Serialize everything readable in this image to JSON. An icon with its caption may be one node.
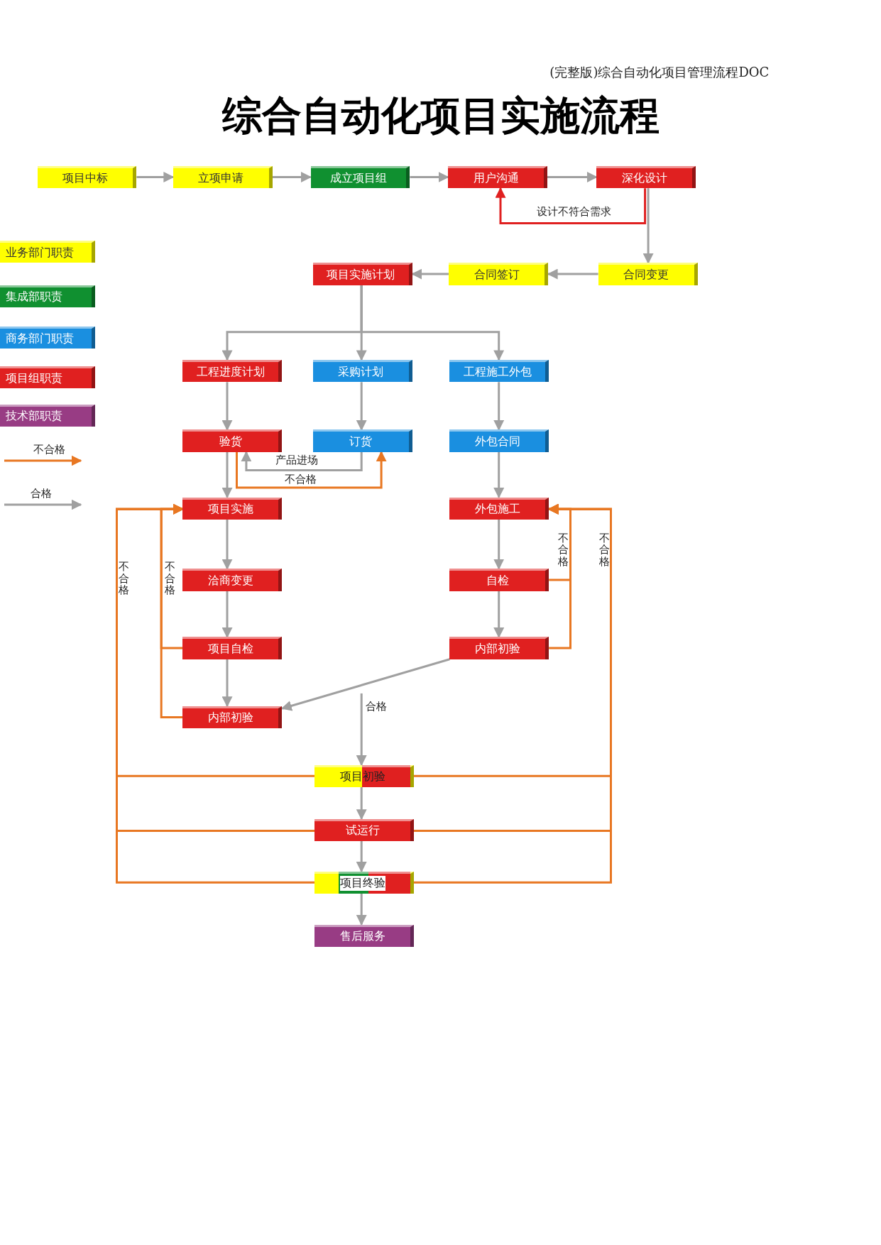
{
  "diagram": {
    "title": "综合自动化项目实施流程",
    "nodes": [
      {
        "text": [
          "项目中标"
        ]
      },
      {
        "text": [
          "立项申请"
        ]
      },
      {
        "text": [
          "成立项目组"
        ]
      },
      {
        "text": [
          "用户沟通"
        ]
      },
      {
        "text": [
          "深化设计"
        ]
      },
      {
        "text": [
          "合同变更"
        ]
      },
      {
        "text": [
          "合同签订"
        ]
      },
      {
        "text": [
          "项目实施计划"
        ]
      },
      {
        "text": [
          "工程进度计划"
        ]
      },
      {
        "text": [
          "采购计划"
        ]
      },
      {
        "text": [
          "工程施工外包"
        ]
      },
      {
        "text": [
          "验货"
        ]
      },
      {
        "text": [
          "订货"
        ]
      },
      {
        "text": [
          "外包合同"
        ]
      },
      {
        "text": [
          "项目实施"
        ]
      },
      {
        "text": [
          "外包施工"
        ]
      },
      {
        "text": [
          "洽商变更"
        ]
      },
      {
        "text": [
          "自检"
        ]
      },
      {
        "text": [
          "项目自检"
        ]
      },
      {
        "text": [
          "内部初验"
        ]
      },
      {
        "text": [
          "内部初验"
        ]
      },
      {
        "text": [
          "项目初验"
        ]
      },
      {
        "text": [
          "试运行"
        ]
      },
      {
        "text": [
          "项目终验"
        ]
      },
      {
        "text": [
          "售后服务"
        ]
      }
    ],
    "edges": [
      {
        "from": 0,
        "to": 1,
        "arrow": "to"
      },
      {
        "from": 1,
        "to": 2,
        "arrow": "to"
      },
      {
        "from": 2,
        "to": 3,
        "arrow": "to"
      },
      {
        "from": 3,
        "to": 4,
        "arrow": "to"
      },
      {
        "from": 4,
        "to": 5,
        "arrow": "to"
      },
      {
        "from": 4,
        "to": 3,
        "arrow": "to",
        "label": "设计不符合需求",
        "color": "#e02020"
      },
      {
        "from": 5,
        "to": 6,
        "arrow": "to"
      },
      {
        "from": 6,
        "to": 7,
        "arrow": "to"
      },
      {
        "from": 7,
        "to": 8,
        "arrow": "to"
      },
      {
        "from": 7,
        "to": 9,
        "arrow": "to"
      },
      {
        "from": 7,
        "to": 10,
        "arrow": "to"
      },
      {
        "from": 8,
        "to": 11,
        "arrow": "to"
      },
      {
        "from": 9,
        "to": 12,
        "arrow": "to"
      },
      {
        "from": 10,
        "to": 13,
        "arrow": "to"
      },
      {
        "from": 12,
        "to": 11,
        "arrow": "to",
        "label": "产品进场"
      },
      {
        "from": 11,
        "to": 12,
        "arrow": "to",
        "label": "不合格",
        "color": "#e87722"
      },
      {
        "from": 11,
        "to": 14,
        "arrow": "to"
      },
      {
        "from": 14,
        "to": 16,
        "arrow": "to"
      },
      {
        "from": 16,
        "to": 18,
        "arrow": "to"
      },
      {
        "from": 18,
        "to": 20,
        "arrow": "to"
      },
      {
        "from": 18,
        "to": 14,
        "arrow": "to",
        "color": "#e87722"
      },
      {
        "from": 20,
        "to": 14,
        "arrow": "to",
        "label": "不合格",
        "color": "#e87722"
      },
      {
        "from": 21,
        "to": 14,
        "arrow": "to",
        "color": "#e87722"
      },
      {
        "from": 22,
        "to": 14,
        "arrow": "to",
        "color": "#e87722"
      },
      {
        "from": 23,
        "to": 14,
        "arrow": "to",
        "label": "不合格",
        "color": "#e87722"
      },
      {
        "from": 13,
        "to": 15,
        "arrow": "to"
      },
      {
        "from": 15,
        "to": 17,
        "arrow": "to"
      },
      {
        "from": 17,
        "to": 19,
        "arrow": "to"
      },
      {
        "from": 17,
        "to": 15,
        "arrow": "to",
        "color": "#e87722"
      },
      {
        "from": 19,
        "to": 15,
        "arrow": "to",
        "label": "不合格",
        "color": "#e87722"
      },
      {
        "from": 21,
        "to": 15,
        "arrow": "to",
        "color": "#e87722"
      },
      {
        "from": 22,
        "to": 15,
        "arrow": "to",
        "color": "#e87722"
      },
      {
        "from": 23,
        "to": 15,
        "arrow": "to",
        "label": "不合格",
        "color": "#e87722"
      },
      {
        "from": 19,
        "to": 20,
        "arrow": "to"
      },
      {
        "from": null,
        "to": 21,
        "arrow": "to",
        "label": "合格"
      },
      {
        "from": 21,
        "to": 22,
        "arrow": "to"
      },
      {
        "from": 22,
        "to": 23,
        "arrow": "to"
      },
      {
        "from": 23,
        "to": 24,
        "arrow": "to"
      }
    ],
    "labels": [
      "(完整版)综合自动化项目管理流程DOC"
    ],
    "legend": [
      {
        "text": "业务部门职责",
        "color": "#ffff00"
      },
      {
        "text": "集成部职责",
        "color": "#109030"
      },
      {
        "text": "商务部门职责",
        "color": "#1a8fe0"
      },
      {
        "text": "项目组职责",
        "color": "#e02020"
      },
      {
        "text": "技术部职责",
        "color": "#983c84"
      },
      {
        "text": "不合格"
      },
      {
        "text": "合格"
      }
    ]
  }
}
